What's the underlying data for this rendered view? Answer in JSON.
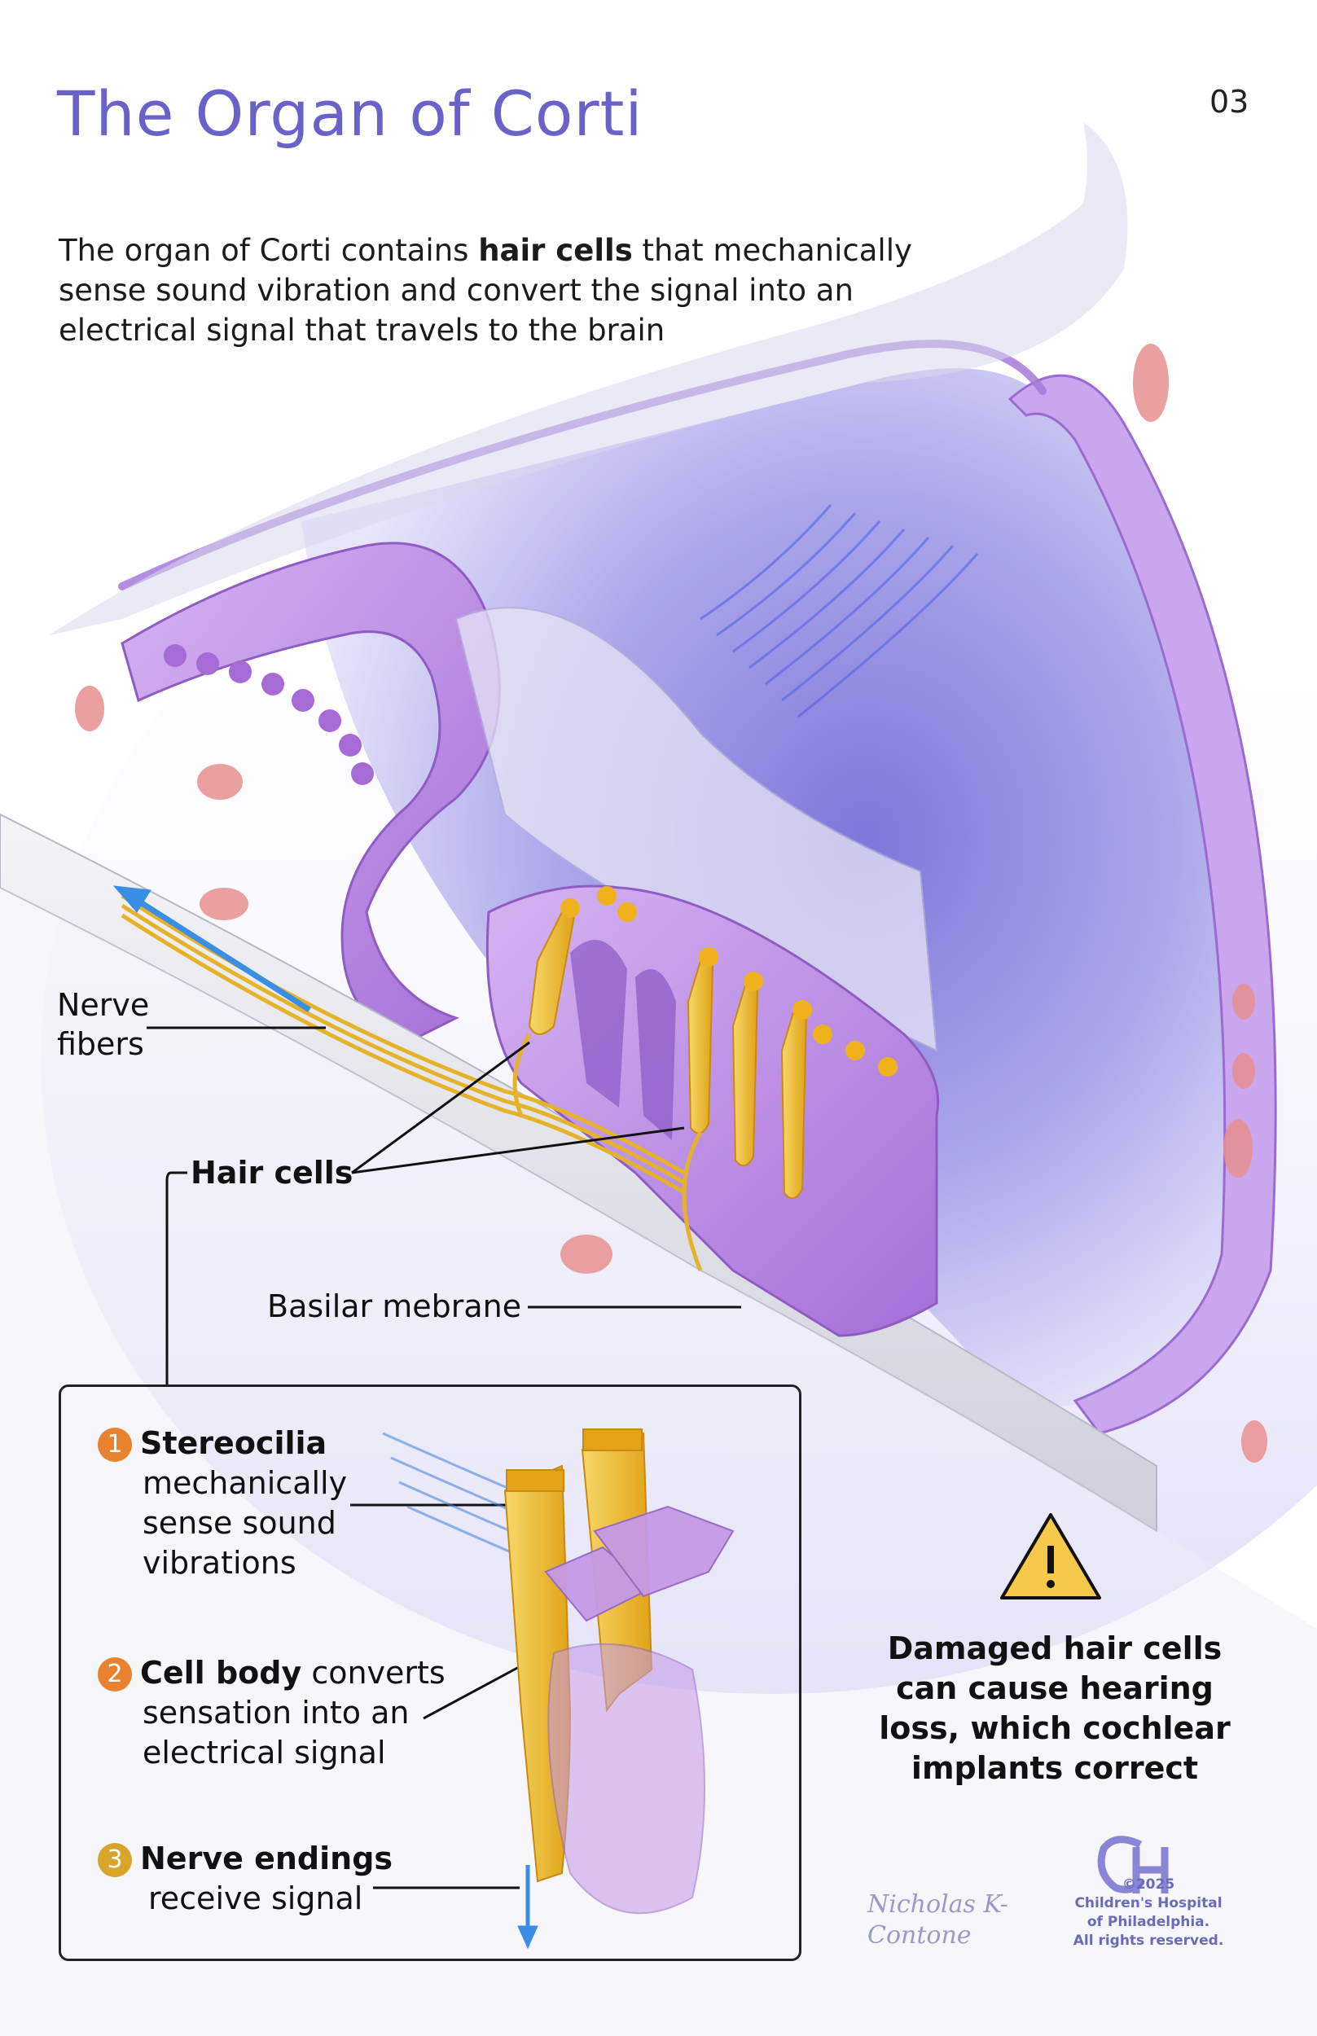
{
  "page": {
    "title": "The Organ of Corti",
    "page_number": "03",
    "intro_pre": "The organ of Corti contains ",
    "intro_bold": "hair cells",
    "intro_post": " that mechanically sense sound vibration and convert the signal into an electrical signal that travels to the brain"
  },
  "labels": {
    "nerve_fibers_1": "Nerve",
    "nerve_fibers_2": "fibers",
    "hair_cells": "Hair cells",
    "basilar": "Basilar mebrane"
  },
  "inset": {
    "steps": [
      {
        "num": "1",
        "color": "#e8822f",
        "bold": "Stereocilia",
        "l1": "mechanically",
        "l2": "sense sound",
        "l3": "vibrations"
      },
      {
        "num": "2",
        "color": "#e8822f",
        "bold": "Cell body",
        "rest": " converts",
        "l2": "sensation into an",
        "l3": "electrical signal"
      },
      {
        "num": "3",
        "color": "#d8a42a",
        "bold": "Nerve endings",
        "l2": "receive signal"
      }
    ]
  },
  "warning": {
    "icon": "warning-triangle-icon",
    "text": "Damaged hair cells can cause hearing loss, which cochlear implants correct"
  },
  "credits": {
    "signature": "Nicholas K-Contone",
    "logo": "CH",
    "copyright_1": "©2025",
    "copyright_2": "Children's Hospital",
    "copyright_3": "of Philadelphia.",
    "copyright_4": "All rights reserved."
  },
  "colors": {
    "accent": "#6a62c9",
    "membrane": "#b98be0",
    "hair_cell": "#f2c230",
    "fluid": "#8c84e0"
  }
}
